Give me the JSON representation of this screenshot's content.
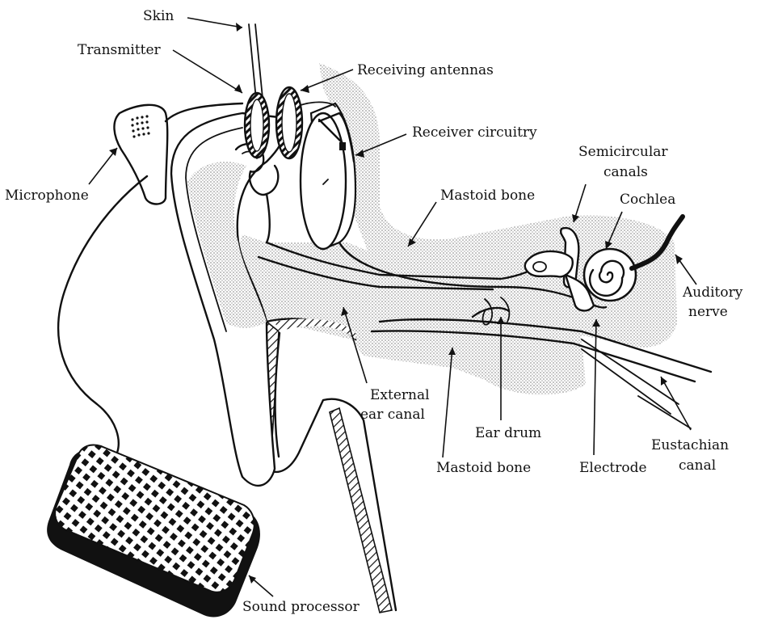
{
  "labels": {
    "skin": "Skin",
    "transmitter": "Transmitter",
    "receiving_antennas": "Receiving antennas",
    "receiver_circuitry": "Receiver circuitry",
    "microphone": "Microphone",
    "semicircular_line1": "Semicircular",
    "semicircular_line2": "canals",
    "mastoid_bone_upper": "Mastoid bone",
    "cochlea": "Cochlea",
    "auditory_line1": "Auditory",
    "auditory_line2": "nerve",
    "external_line1": "External",
    "external_line2": "ear canal",
    "ear_drum": "Ear drum",
    "eustachian_line1": "Eustachian",
    "eustachian_line2": "canal",
    "mastoid_bone_lower": "Mastoid bone",
    "electrode": "Electrode",
    "sound_processor": "Sound processor"
  }
}
